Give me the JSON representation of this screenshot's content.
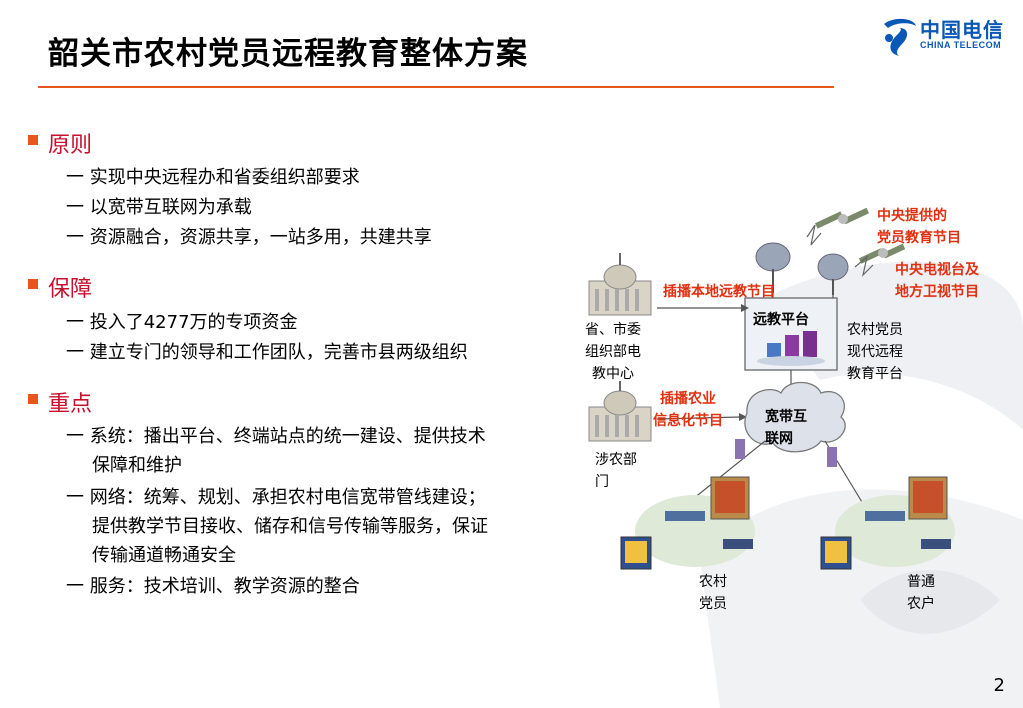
{
  "slide": {
    "title": "韶关市农村党员远程教育整体方案",
    "page_number": "2",
    "logo": {
      "chinese_name": "中国电信",
      "english_name": "CHINA TELECOM"
    }
  },
  "sections": [
    {
      "title": "原则",
      "items": [
        "一 实现中央远程办和省委组织部要求",
        "一 以宽带互联网为承载",
        "一 资源融合，资源共享，一站多用，共建共享"
      ]
    },
    {
      "title": "保障",
      "items": [
        "一 投入了4277万的专项资金",
        "一 建立专门的领导和工作团队，完善市县两级组织"
      ]
    },
    {
      "title": "重点",
      "items": [
        "一 系统：播出平台、终端站点的统一建设、提供技术",
        "保障和维护",
        "一 网络：统筹、规划、承担农村电信宽带管线建设；",
        "提供教学节目接收、储存和信号传输等服务，保证",
        "传输通道畅通安全",
        "一 服务：技术培训、教学资源的整合"
      ]
    }
  ],
  "diagram": {
    "central_programs": [
      "中央提供的",
      "党员教育节目"
    ],
    "tv_programs": [
      "中央电视台及",
      "地方卫视节目"
    ],
    "insert_local": "插播本地远教节目",
    "platform": "远教平台",
    "org_center": [
      "省、市委",
      "组织部电",
      "教中心"
    ],
    "rural_platform": [
      "农村党员",
      "现代远程",
      "教育平台"
    ],
    "insert_agri": [
      "插播农业",
      "信息化节目"
    ],
    "broadband": [
      "宽带互",
      "联网"
    ],
    "agri_dept": [
      "涉农部",
      "门"
    ],
    "party_members": [
      "农村",
      "党员"
    ],
    "households": [
      "普通",
      "农户"
    ]
  },
  "colors": {
    "accent": "#e8561e",
    "section_title": "#c8102e",
    "diagram_label": "#e03010",
    "brand_blue": "#0a58b5"
  }
}
